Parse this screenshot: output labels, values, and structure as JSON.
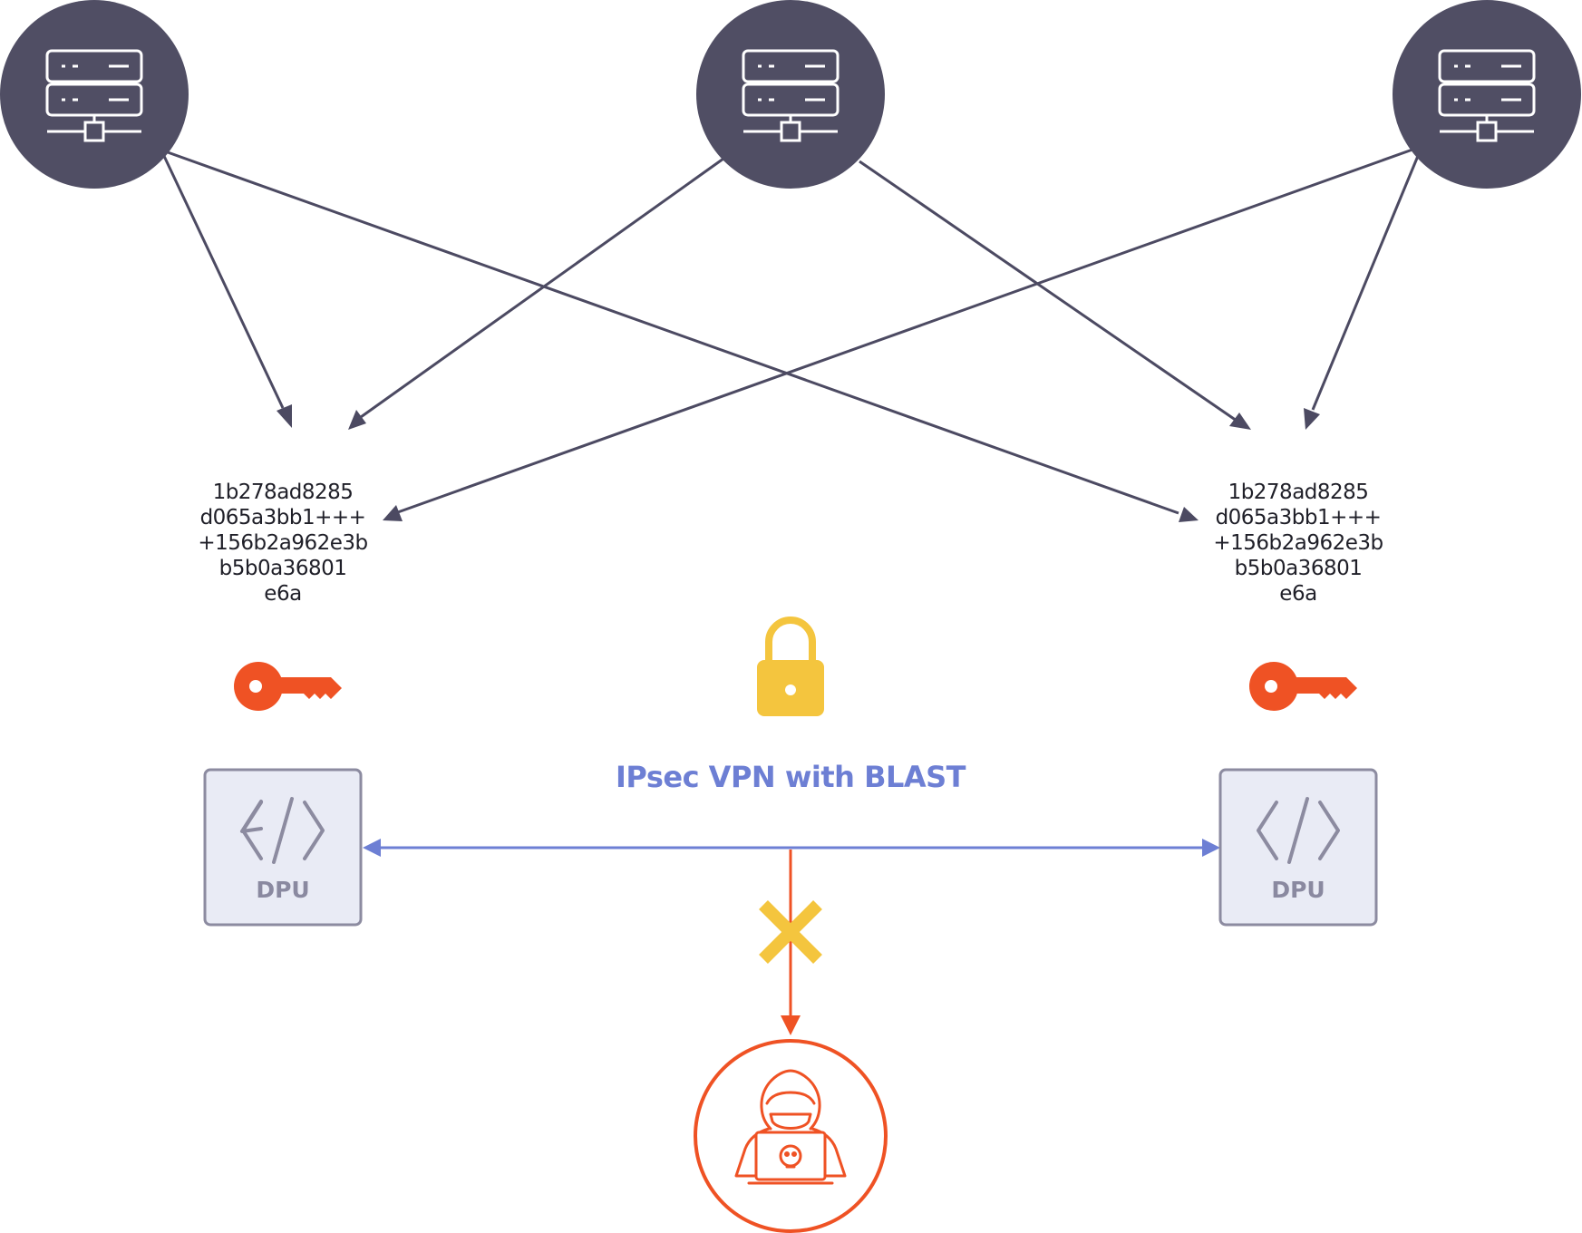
{
  "colors": {
    "server_fill": "#504e64",
    "arrow": "#4c4a62",
    "key": "#ef5224",
    "lock": "#f4c53e",
    "vpn": "#6d7fd4",
    "dpu_fill": "#e9ebf5",
    "dpu_stroke": "#8c8ba0",
    "dpu_text": "#8a89a0",
    "attacker": "#ef5224",
    "block_x": "#f4c53e"
  },
  "servers": [
    {
      "icon": "server-rack-icon"
    },
    {
      "icon": "server-rack-icon"
    },
    {
      "icon": "server-rack-icon"
    }
  ],
  "keys": [
    {
      "side": "left",
      "lines": [
        "1b278ad8285",
        "d065a3bb1+++",
        "+156b2a962e3b",
        "b5b0a36801",
        "e6a"
      ],
      "icon": "key-icon"
    },
    {
      "side": "right",
      "lines": [
        "1b278ad8285",
        "d065a3bb1+++",
        "+156b2a962e3b",
        "b5b0a36801",
        "e6a"
      ],
      "icon": "key-icon"
    }
  ],
  "lock_icon": "padlock-icon",
  "vpn_label": "IPsec VPN with BLAST",
  "dpus": [
    {
      "side": "left",
      "label": "DPU",
      "icon": "code-icon"
    },
    {
      "side": "right",
      "label": "DPU",
      "icon": "code-icon"
    }
  ],
  "block_icon": "cross-icon",
  "attacker_icon": "hacker-icon"
}
